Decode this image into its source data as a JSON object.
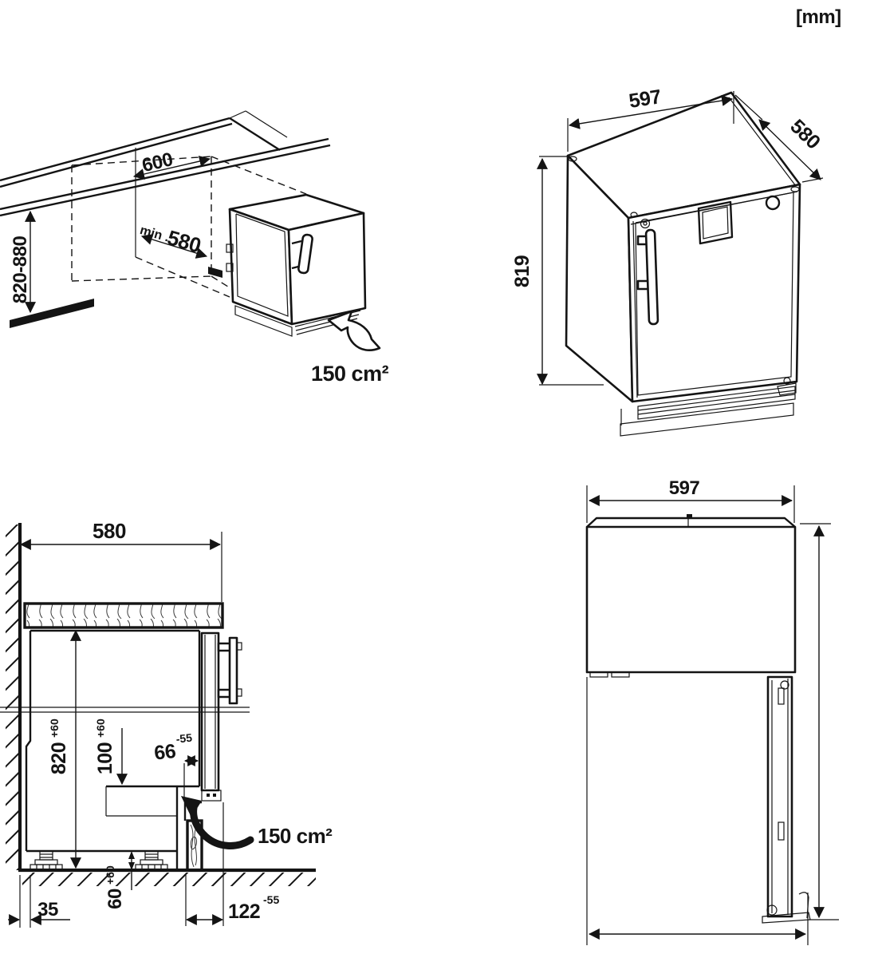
{
  "unit_label": "[mm]",
  "niche_view": {
    "depth_top": "600",
    "min_prefix": "min .",
    "min_depth": "580",
    "height_range": "820-880",
    "vent_area": "150 cm²"
  },
  "isometric_view": {
    "width": "597",
    "depth": "580",
    "height": "819"
  },
  "section_view": {
    "niche_depth": "580",
    "niche_height": "820",
    "niche_height_tol": "+60",
    "recess_height": "100",
    "recess_height_tol": "+60",
    "door_clearance": "66",
    "door_clearance_tol": "-55",
    "vent_area": "150 cm²",
    "wall_gap": "35",
    "base_height": "60",
    "base_height_tol": "+60",
    "plinth_depth": "122",
    "plinth_depth_tol": "-55"
  },
  "top_view": {
    "width": "597"
  }
}
